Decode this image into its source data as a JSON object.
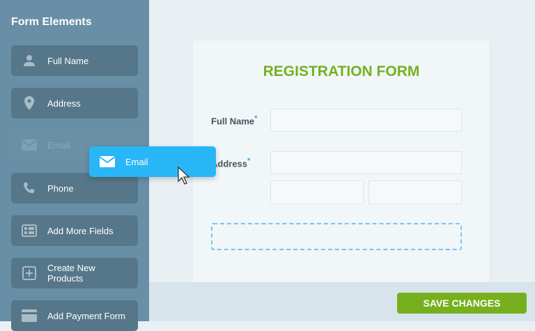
{
  "sidebar": {
    "title": "Form Elements",
    "items": [
      {
        "label": "Full Name",
        "icon": "person-icon"
      },
      {
        "label": "Address",
        "icon": "map-pin-icon"
      },
      {
        "label": "Email",
        "icon": "envelope-icon",
        "state": "placeholder"
      },
      {
        "label": "Phone",
        "icon": "phone-icon"
      },
      {
        "label": "Add More Fields",
        "icon": "fields-icon"
      },
      {
        "label": "Create New Products",
        "icon": "plus-square-icon"
      },
      {
        "label": "Add Payment Form",
        "icon": "card-icon"
      }
    ]
  },
  "dragging": {
    "label": "Email",
    "icon": "envelope-icon"
  },
  "form": {
    "title": "REGISTRATION FORM",
    "full_name_label": "Full Name",
    "address_label": "Address",
    "required_mark": "*"
  },
  "footer": {
    "save_label": "SAVE CHANGES"
  },
  "colors": {
    "accent_green": "#76b01f",
    "drag_blue": "#29b6f6",
    "sidebar": "#688fa6"
  }
}
